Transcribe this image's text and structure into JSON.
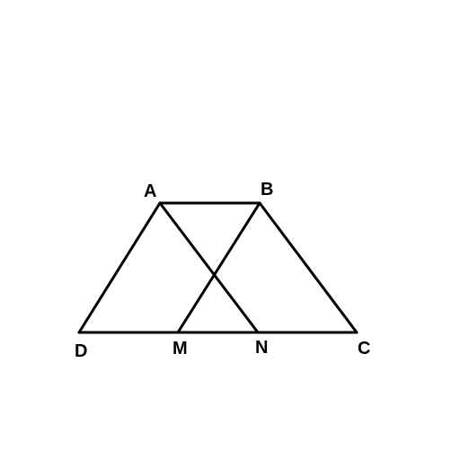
{
  "diagram": {
    "points": {
      "A": "A",
      "B": "B",
      "C": "C",
      "D": "D",
      "M": "M",
      "N": "N"
    },
    "segments": [
      "AB",
      "BC",
      "CD",
      "DA",
      "AN",
      "BM"
    ],
    "colors": {
      "background": "#ffffff",
      "stroke": "#000000",
      "label": "#000000"
    }
  }
}
